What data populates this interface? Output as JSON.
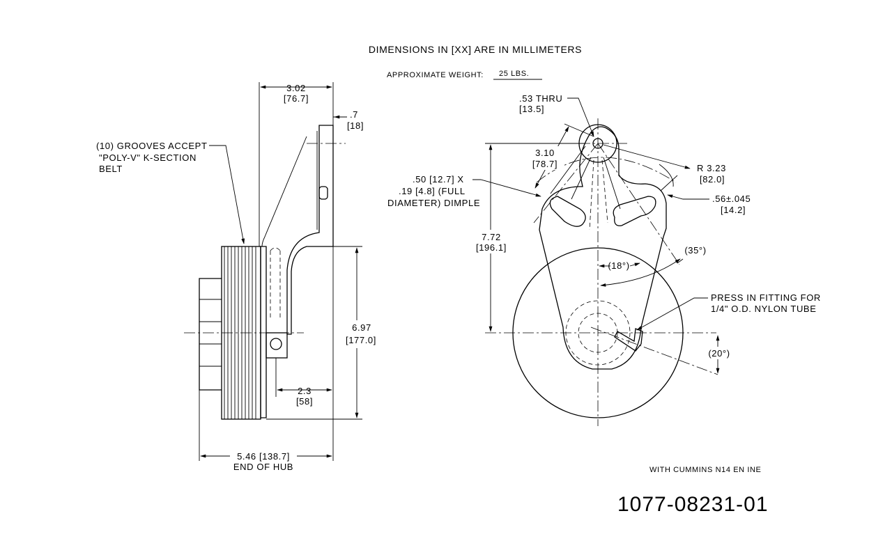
{
  "header": {
    "units_note": "DIMENSIONS IN [XX] ARE IN MILLIMETERS",
    "weight_label": "APPROXIMATE WEIGHT:",
    "weight_value": "25 LBS."
  },
  "side_view": {
    "overall_width": "3.02",
    "overall_width_mm": "[76.7]",
    "tab_width": ".7",
    "tab_width_mm": "[18]",
    "grooves_note": [
      "(10) GROOVES ACCEPT",
      "\"POLY-V\" K-SECTION",
      "BELT"
    ],
    "height": "6.97",
    "height_mm": "[177.0]",
    "offset": "2.3",
    "offset_mm": "[58]",
    "hub_width": "5.46 [138.7]",
    "hub_label": "END OF HUB"
  },
  "front_view": {
    "hole": ".53 THRU",
    "hole_mm": "[13.5]",
    "arm_length": "3.10",
    "arm_length_mm": "[78.7]",
    "radius": "R 3.23",
    "radius_mm": "[82.0]",
    "dimple": [
      ".50 [12.7] X",
      ".19 [4.8] (FULL",
      "DIAMETER) DIMPLE"
    ],
    "slot": ".56±.045",
    "slot_mm": "[14.2]",
    "overall_height": "7.72",
    "overall_height_mm": "[196.1]",
    "angle_35": "(35°)",
    "angle_18": "(18°)",
    "angle_20": "(20°)",
    "fitting_note": [
      "PRESS IN FITTING FOR",
      "1/4\" O.D. NYLON TUBE"
    ]
  },
  "footer": {
    "engine_note": "WITH CUMMINS N14 EN INE",
    "part_number": "1077-08231-01"
  }
}
